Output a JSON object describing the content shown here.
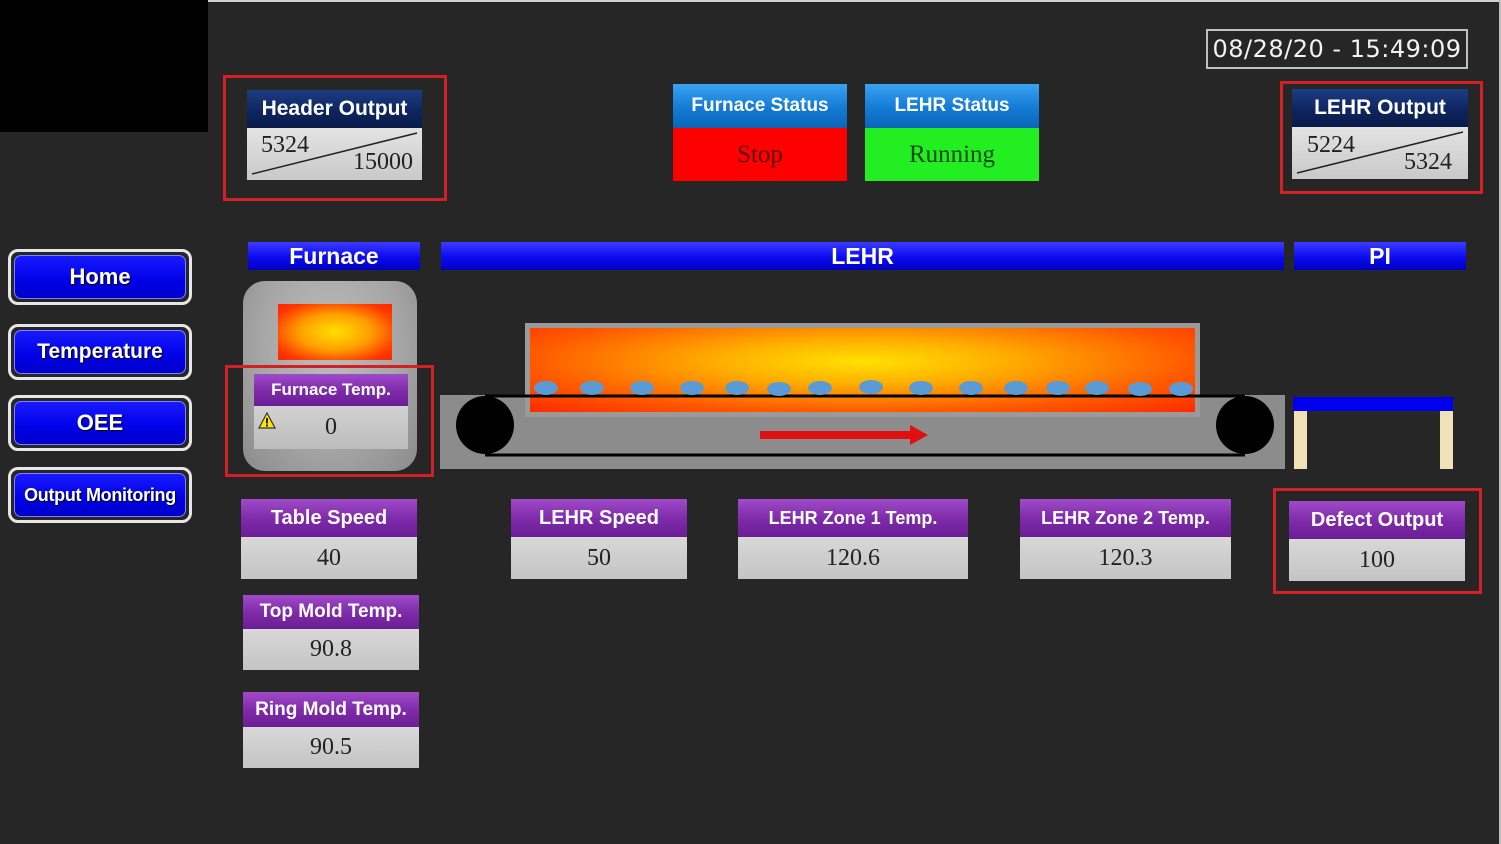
{
  "datetime": "08/28/20 - 15:49:09",
  "nav": [
    {
      "label": "Home"
    },
    {
      "label": "Temperature"
    },
    {
      "label": "OEE"
    },
    {
      "label": "Output Monitoring"
    }
  ],
  "header_output": {
    "title": "Header Output",
    "actual": "5324",
    "target": "15000"
  },
  "lehr_output": {
    "title": "LEHR Output",
    "actual": "5224",
    "target": "5324"
  },
  "furnace_status": {
    "title": "Furnace Status",
    "value": "Stop",
    "color": "#ff0000"
  },
  "lehr_status": {
    "title": "LEHR Status",
    "value": "Running",
    "color": "#22ee22"
  },
  "sections": {
    "furnace": "Furnace",
    "lehr": "LEHR",
    "pi": "PI"
  },
  "furnace_temp": {
    "label": "Furnace Temp.",
    "value": "0",
    "icon": "warning-icon"
  },
  "tags": {
    "table_speed": {
      "label": "Table Speed",
      "value": "40"
    },
    "top_mold_temp": {
      "label": "Top Mold Temp.",
      "value": "90.8"
    },
    "ring_mold_temp": {
      "label": "Ring Mold Temp.",
      "value": "90.5"
    },
    "lehr_speed": {
      "label": "LEHR Speed",
      "value": "50"
    },
    "lehr_zone1_temp": {
      "label": "LEHR Zone 1 Temp.",
      "value": "120.6"
    },
    "lehr_zone2_temp": {
      "label": "LEHR Zone 2 Temp.",
      "value": "120.3"
    },
    "defect_output": {
      "label": "Defect Output",
      "value": "100"
    }
  },
  "colors": {
    "accent_blue": "#0000ee",
    "tag_purple": "#7d2aa8",
    "highlight_red": "#d31f26",
    "product_blue": "#5b9bd5"
  }
}
